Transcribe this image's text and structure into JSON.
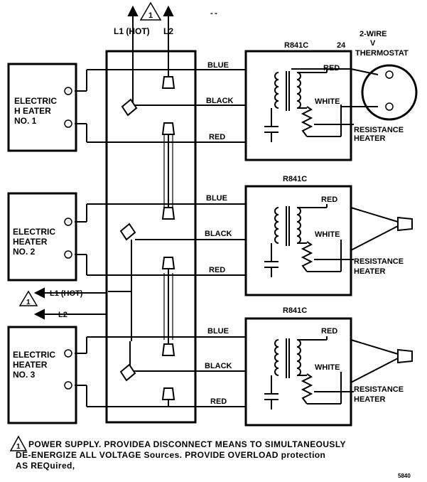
{
  "header": {
    "l1_label": "L1 (HOT)",
    "l2_label": "L2",
    "small_mark": "\" \""
  },
  "thermostat": {
    "voltage_label": "24",
    "type_label": "2-WIRE",
    "volt_label": "V",
    "name_label": "THERMOSTAT"
  },
  "heaters": [
    {
      "label_line1": "ELECTRIC",
      "label_line2": "H EATER",
      "label_line3": "NO. 1"
    },
    {
      "label_line1": "ELECTRIC",
      "label_line2": "HEATER",
      "label_line3": "NO. 2"
    },
    {
      "label_line1": "ELECTRIC",
      "label_line2": "HEATER",
      "label_line3": "NO. 3"
    }
  ],
  "relays": [
    {
      "model": "R841C",
      "red": "RED",
      "white": "WHITE",
      "res1": "RESISTANCE",
      "res2": "HEATER"
    },
    {
      "model": "R841C",
      "red": "RED",
      "white": "WHITE",
      "res1": "RESISTANCE",
      "res2": "HEATER"
    },
    {
      "model": "R841C",
      "red": "RED",
      "white": "WHITE",
      "res1": "RESISTANCE",
      "res2": "HEATER"
    }
  ],
  "wires": [
    {
      "blue": "BLUE",
      "black": "BLACK",
      "red": "RED"
    },
    {
      "blue": "BLUE",
      "black": "BLACK",
      "red": "RED"
    },
    {
      "blue": "BLUE",
      "black": "BLACK",
      "red": "RED"
    }
  ],
  "mid_power": {
    "l1_label": "L1 (HOT)",
    "l2_label": "L2"
  },
  "warning_symbol": "1",
  "footnote": {
    "line1": "POWER SUPPLY. PROVIDEA DISCONNECT MEANS TO SIMULTANEOUSLY",
    "line2": "DE-ENERGIZE ALL VOLTAGE Sources. PROVIDE OVERLOAD protection",
    "line3": "AS REQuired,",
    "corner_mark": "5840"
  }
}
